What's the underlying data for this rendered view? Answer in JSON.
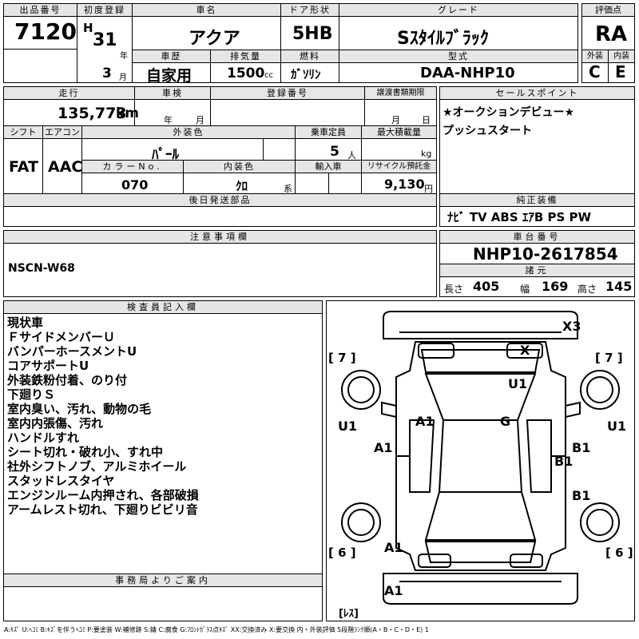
{
  "headers": {
    "lot_no": "出品番号",
    "first_reg": "初度登録",
    "car_name": "車名",
    "door_type": "ドア形状",
    "grade": "グレード",
    "score": "評価点",
    "history": "車歴",
    "displacement": "排気量",
    "fuel": "燃料",
    "model": "型式",
    "exterior": "外装",
    "interior": "内装",
    "mileage": "走行",
    "inspection": "車検",
    "reg_no": "登録番号",
    "transfer_deadline": "譲渡書類期限",
    "sales_point": "セールスポイント",
    "shift": "シフト",
    "aircon": "エアコン",
    "ext_color": "外装色",
    "capacity": "乗車定員",
    "max_load": "最大積載量",
    "color_no": "カラーNo.",
    "int_color": "内装色",
    "import": "輸入車",
    "recycle": "リサイクル預託金",
    "later_parts": "後日発送部品",
    "equipment": "純正装備",
    "cautions": "注意事項欄",
    "chassis_no": "車台番号",
    "dims": "諸元",
    "inspector": "検査員記入欄",
    "office": "事務局よりご案内"
  },
  "lot_no": "7120",
  "era": "H",
  "year": "31",
  "year_unit": "年",
  "month": "3",
  "month_unit": "月",
  "car_name": "アクア",
  "door_type": "5HB",
  "grade": "Sｽﾀｲﾙﾌﾞﾗｯｸ",
  "score": "RA",
  "history": "自家用",
  "displacement": "1500",
  "displacement_unit": "cc",
  "fuel": "ｶﾞｿﾘﾝ",
  "model": "DAA-NHP10",
  "exterior_grade": "C",
  "interior_grade": "E",
  "mileage": "135,773",
  "mileage_unit": "km",
  "insp_year_unit": "年",
  "insp_month_unit": "月",
  "deadline_month_unit": "月",
  "deadline_day_unit": "日",
  "sales_points": [
    "★オークションデビュー★",
    "プッシュスタート"
  ],
  "shift": "FAT",
  "aircon": "AAC",
  "ext_color": "ﾊﾟｰﾙ",
  "capacity": "5",
  "capacity_unit": "人",
  "max_load_unit": "kg",
  "color_no": "070",
  "int_color": "ｸﾛ",
  "int_color_unit": "系",
  "recycle_fee": "9,130",
  "recycle_unit": "円",
  "equipment": "ﾅﾋﾞ TV ABS ｴｱB PS PW",
  "cautions": "NSCN-W68",
  "chassis_no": "NHP10-2617854",
  "dims": {
    "length_label": "長さ",
    "length": "405",
    "width_label": "幅",
    "width": "169",
    "height_label": "高さ",
    "height": "145"
  },
  "inspector_notes": [
    "現状車",
    "ＦサイドメンバーＵ",
    "バンパーホースメントU",
    "コアサポートU",
    "外装鉄粉付着、のり付",
    "下廻りＳ",
    "室内臭い、汚れ、動物の毛",
    "室内内張傷、汚れ",
    "ハンドルすれ",
    "シート切れ・破れ小、すれ中",
    "社外シフトノブ、アルミホイール",
    "スタッドレスタイヤ",
    "エンジンルーム内押され、各部破損",
    "アームレスト切れ、下廻りビビリ音"
  ],
  "diagram_labels": {
    "x3": "X3",
    "x": "X",
    "u1_hood": "U1",
    "a1_center": "A1",
    "g": "G",
    "u1_left": "U1",
    "u1_right": "U1",
    "a1_left": "A1",
    "b1_right_top": "B1",
    "b1_right_mid": "B1",
    "b1_right_bottom": "B1",
    "a1_bottom_left": "A1",
    "a1_rear": "A1",
    "tyre_fl": "[ 7 ]",
    "tyre_fr": "[ 7 ]",
    "tyre_rl": "[ 6 ]",
    "tyre_rr": "[ 6 ]",
    "spare": "[ﾚｽ]"
  },
  "legend": "A:ｷｽﾞ U:ﾍｺﾐ B:ｷｽﾞを伴うﾍｺﾐ P:要塗装 W:補修跡 S:錆 C:腐食 G:ﾌﾛﾝﾄｶﾞﾗｽ点ｷｽﾞ XX:交換済み X:要交換 内・外装評価 5段階ﾗﾝｸ順(A・B・C・D・E) 1"
}
